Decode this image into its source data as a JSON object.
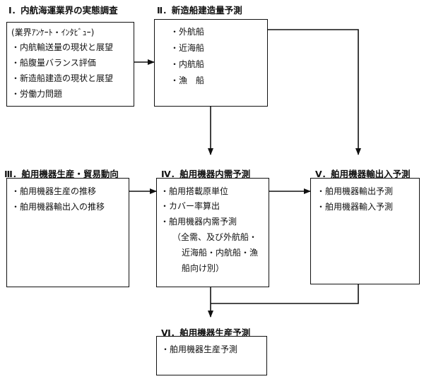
{
  "sections": {
    "s1": {
      "title": "Ⅰ．内航海運業界の実態調査",
      "items": [
        "(業界ｱﾝｹｰﾄ・ｲﾝﾀﾋﾞｭｰ)",
        "・内航輸送量の現状と展望",
        "・船腹量バランス評価",
        "・新造船建造の現状と展望",
        "・労働力問題"
      ]
    },
    "s2": {
      "title": "Ⅱ．新造船建造量予測",
      "items": [
        "・外航船",
        "・近海船",
        "・内航船",
        "・漁　船"
      ]
    },
    "s3": {
      "title": "Ⅲ．舶用機器生産・貿易動向",
      "items": [
        "・舶用機器生産の推移",
        "・舶用機器輸出入の推移"
      ]
    },
    "s4": {
      "title": "Ⅳ．舶用機器内需予測",
      "items": [
        "・舶用搭載原単位",
        "・カバー率算出",
        "・舶用機器内需予測",
        "（全需、及び外航船・",
        "近海船・内航船・漁",
        "船向け別）"
      ]
    },
    "s5": {
      "title": "Ⅴ．舶用機器輸出入予測",
      "items": [
        "・舶用機器輸出予測",
        "・舶用機器輸入予測"
      ]
    },
    "s6": {
      "title": "Ⅵ．舶用機器生産予測",
      "items": [
        "・舶用機器生産予測"
      ]
    }
  }
}
